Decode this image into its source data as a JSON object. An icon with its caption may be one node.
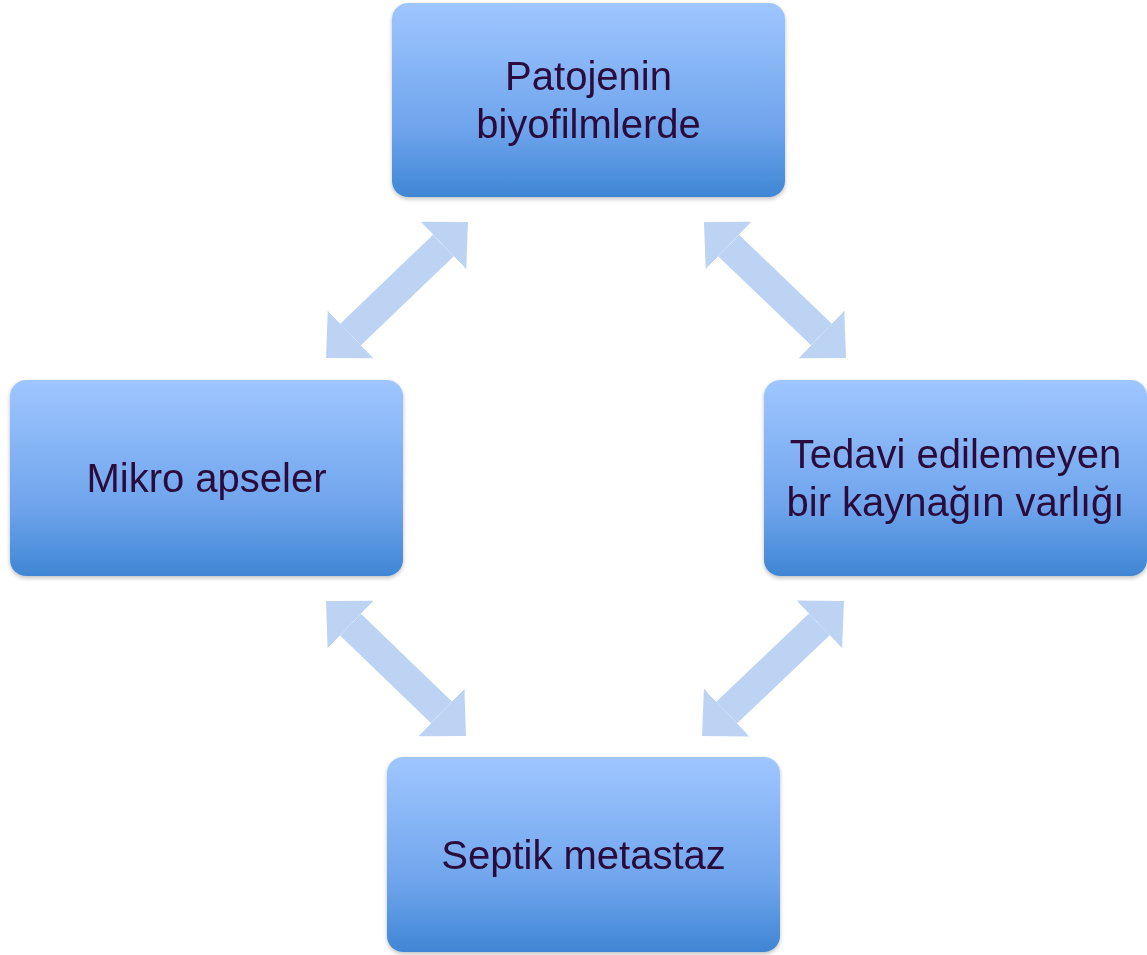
{
  "diagram": {
    "nodes": [
      {
        "text": [
          "Patojenin biyofilmlerde"
        ]
      },
      {
        "text": [
          "Mikro apseler"
        ]
      },
      {
        "text": [
          "Tedavi edilemeyen bir kaynağın varlığı"
        ]
      },
      {
        "text": [
          "Septik metastaz"
        ]
      }
    ],
    "edges": [
      {
        "from": 0,
        "to": 1,
        "arrow": "both"
      },
      {
        "from": 0,
        "to": 2,
        "arrow": "both"
      },
      {
        "from": 1,
        "to": 3,
        "arrow": "both"
      },
      {
        "from": 2,
        "to": 3,
        "arrow": "both"
      }
    ]
  }
}
